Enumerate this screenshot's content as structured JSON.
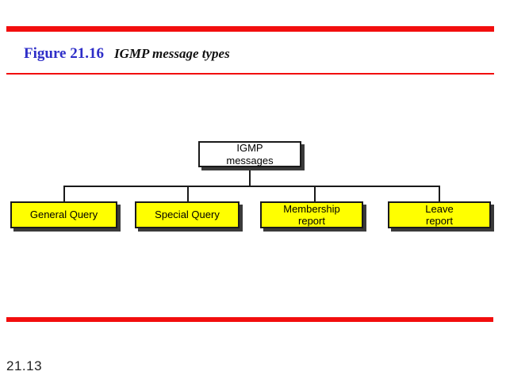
{
  "header": {
    "figure_label": "Figure 21.16",
    "figure_title": "IGMP message types"
  },
  "diagram": {
    "root": {
      "label": "IGMP\nmessages"
    },
    "children": [
      {
        "label": "General Query"
      },
      {
        "label": "Special Query"
      },
      {
        "label": "Membership\nreport"
      },
      {
        "label": "Leave\nreport"
      }
    ]
  },
  "footer": {
    "page_number": "21.13"
  },
  "colors": {
    "accent_red": "#F20E0E",
    "title_blue": "#2E2EC8",
    "box_yellow": "#FFFF00",
    "box_shadow": "#3A3A3A",
    "line_black": "#1A1A1A"
  }
}
